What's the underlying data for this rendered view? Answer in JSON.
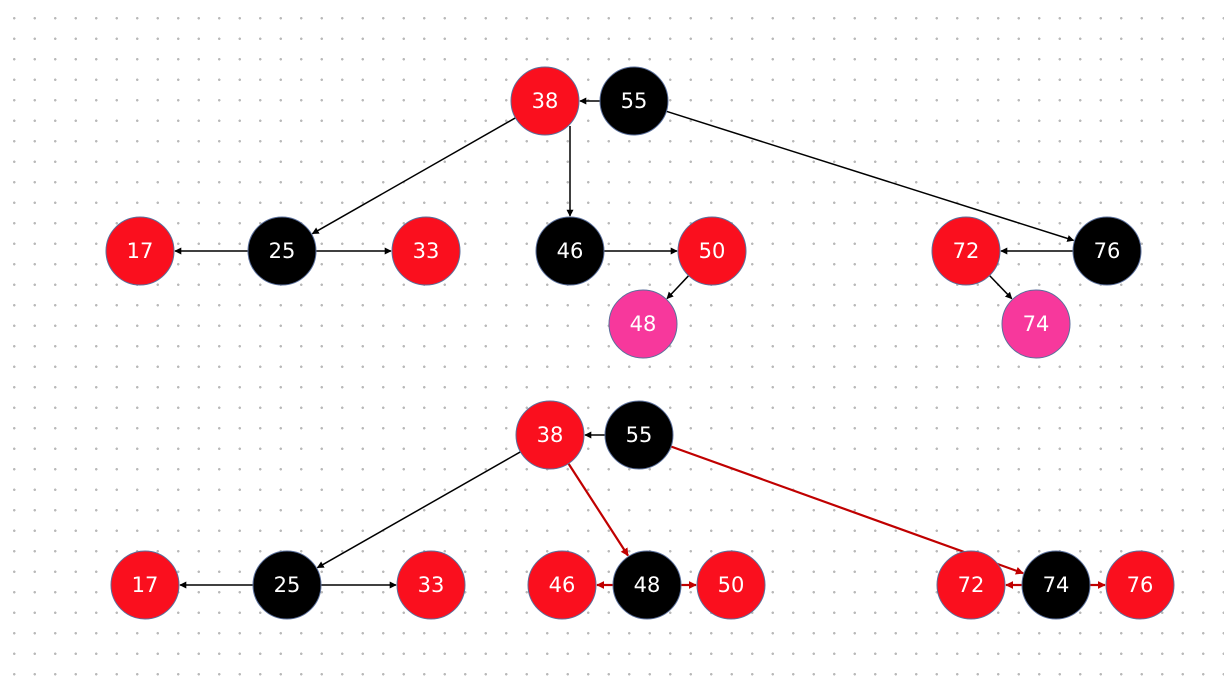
{
  "colors": {
    "red_node": "#fa0f1e",
    "black_node": "#000000",
    "pink_node": "#f7389c",
    "node_border": "#5a6f9b",
    "edge_default": "#000000",
    "edge_highlight": "#c00000"
  },
  "diagrams": [
    {
      "id": "before",
      "nodes": [
        {
          "id": "t55",
          "label": "55",
          "color": "black"
        },
        {
          "id": "t38",
          "label": "38",
          "color": "red"
        },
        {
          "id": "t25",
          "label": "25",
          "color": "black"
        },
        {
          "id": "t17",
          "label": "17",
          "color": "red"
        },
        {
          "id": "t33",
          "label": "33",
          "color": "red"
        },
        {
          "id": "t46",
          "label": "46",
          "color": "black"
        },
        {
          "id": "t50",
          "label": "50",
          "color": "red"
        },
        {
          "id": "t48",
          "label": "48",
          "color": "pink"
        },
        {
          "id": "t76",
          "label": "76",
          "color": "black"
        },
        {
          "id": "t72",
          "label": "72",
          "color": "red"
        },
        {
          "id": "t74",
          "label": "74",
          "color": "pink"
        }
      ],
      "edges": [
        {
          "from": "t55",
          "to": "t38",
          "style": "default"
        },
        {
          "from": "t55",
          "to": "t76",
          "style": "default"
        },
        {
          "from": "t38",
          "to": "t25",
          "style": "default"
        },
        {
          "from": "t38",
          "to": "t46",
          "style": "default"
        },
        {
          "from": "t25",
          "to": "t17",
          "style": "default"
        },
        {
          "from": "t25",
          "to": "t33",
          "style": "default"
        },
        {
          "from": "t46",
          "to": "t50",
          "style": "default"
        },
        {
          "from": "t50",
          "to": "t48",
          "style": "default"
        },
        {
          "from": "t76",
          "to": "t72",
          "style": "default"
        },
        {
          "from": "t72",
          "to": "t74",
          "style": "default"
        }
      ]
    },
    {
      "id": "after",
      "nodes": [
        {
          "id": "b55",
          "label": "55",
          "color": "black"
        },
        {
          "id": "b38",
          "label": "38",
          "color": "red"
        },
        {
          "id": "b25",
          "label": "25",
          "color": "black"
        },
        {
          "id": "b17",
          "label": "17",
          "color": "red"
        },
        {
          "id": "b33",
          "label": "33",
          "color": "red"
        },
        {
          "id": "b48",
          "label": "48",
          "color": "black"
        },
        {
          "id": "b46",
          "label": "46",
          "color": "red"
        },
        {
          "id": "b50",
          "label": "50",
          "color": "red"
        },
        {
          "id": "b74",
          "label": "74",
          "color": "black"
        },
        {
          "id": "b72",
          "label": "72",
          "color": "red"
        },
        {
          "id": "b76",
          "label": "76",
          "color": "red"
        }
      ],
      "edges": [
        {
          "from": "b55",
          "to": "b38",
          "style": "default"
        },
        {
          "from": "b55",
          "to": "b74",
          "style": "highlight"
        },
        {
          "from": "b38",
          "to": "b25",
          "style": "default"
        },
        {
          "from": "b38",
          "to": "b48",
          "style": "highlight"
        },
        {
          "from": "b25",
          "to": "b17",
          "style": "default"
        },
        {
          "from": "b25",
          "to": "b33",
          "style": "default"
        },
        {
          "from": "b48",
          "to": "b46",
          "style": "highlight"
        },
        {
          "from": "b48",
          "to": "b50",
          "style": "highlight"
        },
        {
          "from": "b74",
          "to": "b72",
          "style": "highlight"
        },
        {
          "from": "b74",
          "to": "b76",
          "style": "highlight"
        }
      ]
    }
  ]
}
